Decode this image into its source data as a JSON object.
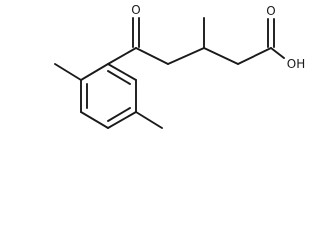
{
  "molecule": {
    "labels": {
      "ketone_oxygen": "O",
      "acid_carbonyl_oxygen": "O",
      "hydroxyl": "OH"
    }
  }
}
